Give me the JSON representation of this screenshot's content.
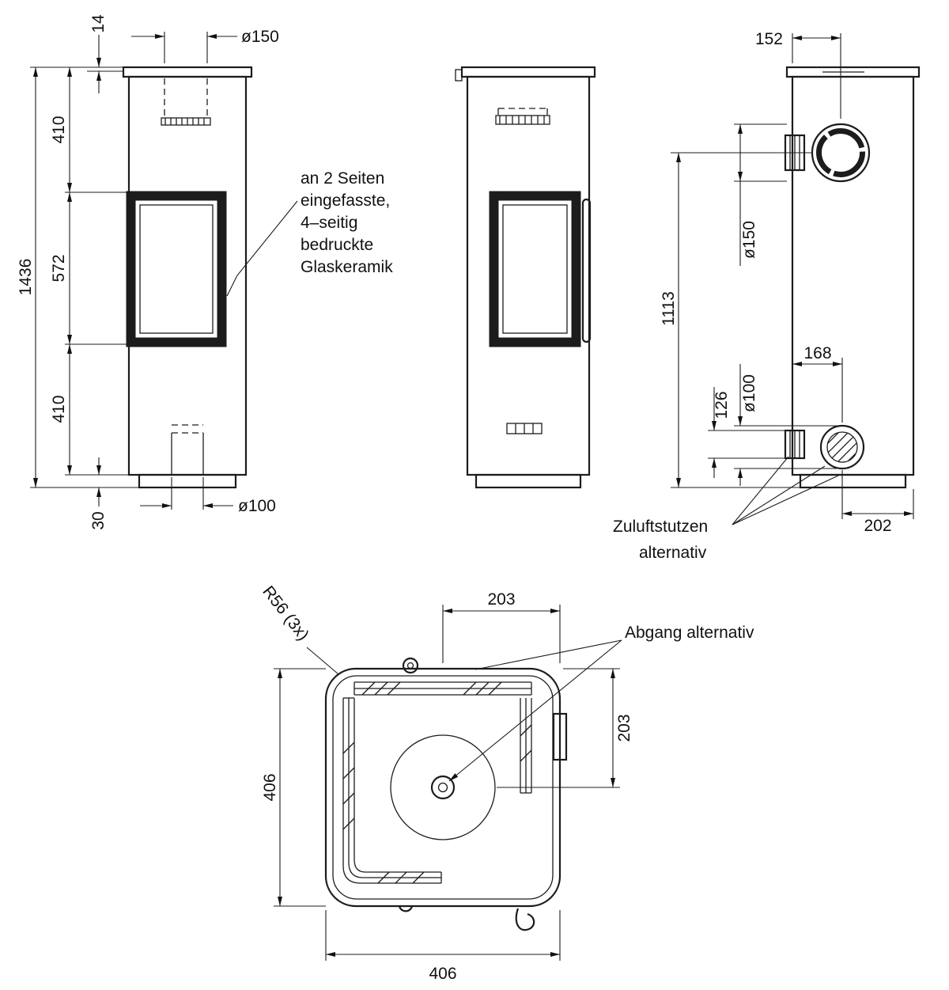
{
  "front": {
    "dim_top_gap": "14",
    "dim_flue_dia": "ø150",
    "dim_upper": "410",
    "dim_window_height": "572",
    "dim_lower": "410",
    "dim_total_height": "1436",
    "dim_base_height": "30",
    "dim_inlet_dia": "ø100"
  },
  "rear": {
    "dim_flue_center_offset": "152",
    "dim_flue_dia": "ø150",
    "dim_flue_center_height": "1113",
    "dim_inlet_height": "126",
    "dim_inlet_dia": "ø100",
    "dim_inlet_center_offset": "168",
    "dim_outlet_side_offset": "202"
  },
  "top": {
    "dim_corner_radius": "R56 (3x)",
    "dim_half_width": "203",
    "dim_depth": "406",
    "dim_half_depth": "203",
    "dim_width": "406"
  },
  "notes": {
    "glass_line1": "an 2 Seiten",
    "glass_line2": "eingefasste,",
    "glass_line3": "4–seitig",
    "glass_line4": "bedruckte",
    "glass_line5": "Glaskeramik",
    "air_inlet_line1": "Zuluftstutzen",
    "air_inlet_line2": "alternativ",
    "flue_outlet": "Abgang alternativ"
  }
}
